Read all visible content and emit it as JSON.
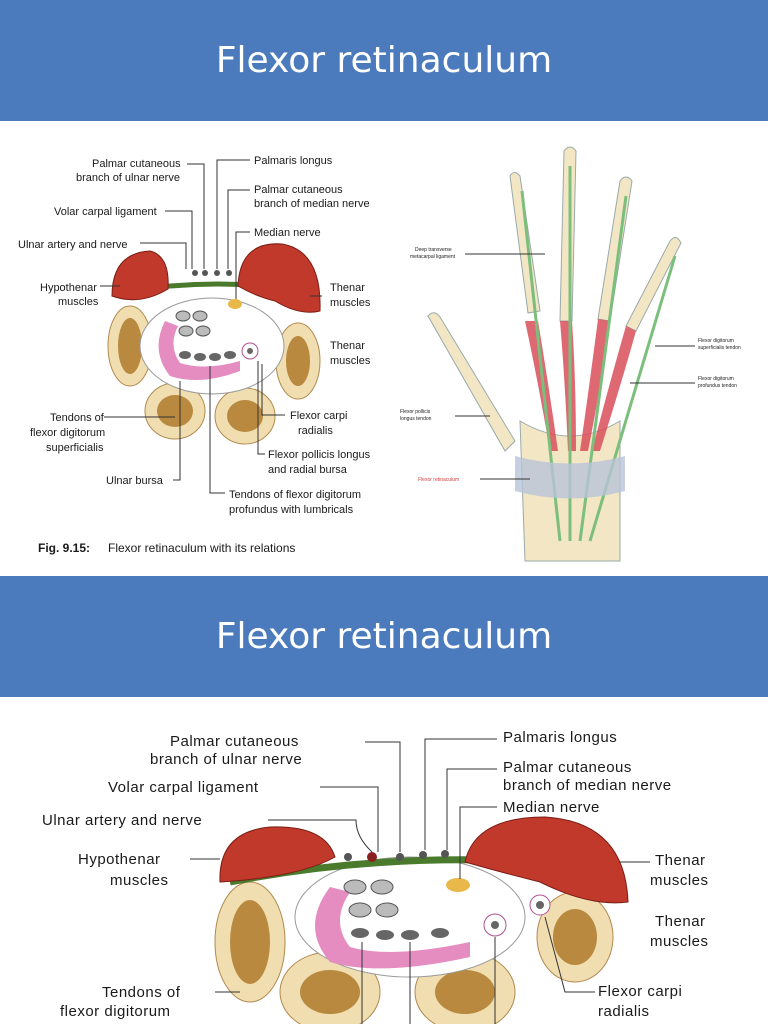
{
  "slides": [
    {
      "title": "Flexor retinaculum"
    },
    {
      "title": "Flexor retinaculum"
    }
  ],
  "figure1": {
    "labels": {
      "palmar_cutaneous_ulnar_1": "Palmar cutaneous",
      "palmar_cutaneous_ulnar_2": "branch of ulnar nerve",
      "volar_carpal": "Volar carpal ligament",
      "ulnar_artery": "Ulnar artery and nerve",
      "hypothenar_1": "Hypothenar",
      "hypothenar_2": "muscles",
      "tendons_fds_1": "Tendons of",
      "tendons_fds_2": "flexor digitorum",
      "tendons_fds_3": "superficialis",
      "ulnar_bursa": "Ulnar bursa",
      "palmaris_longus": "Palmaris longus",
      "palmar_cutaneous_median_1": "Palmar cutaneous",
      "palmar_cutaneous_median_2": "branch of median nerve",
      "median_nerve": "Median nerve",
      "thenar_a_1": "Thenar",
      "thenar_a_2": "muscles",
      "thenar_b_1": "Thenar",
      "thenar_b_2": "muscles",
      "fcr_1": "Flexor carpi",
      "fcr_2": "radialis",
      "fpl_1": "Flexor pollicis longus",
      "fpl_2": "and radial bursa",
      "fdp_1": "Tendons of flexor digitorum",
      "fdp_2": "profundus with lumbricals"
    },
    "caption_num": "Fig. 9.15:",
    "caption_text": "Flexor retinaculum with its relations"
  },
  "figure2": {
    "labels": {
      "deep_transverse_1": "Deep transverse",
      "deep_transverse_2": "metacarpal ligament",
      "fds_tendon_1": "Flexor digitorum",
      "fds_tendon_2": "superficialis tendon",
      "fdp_tendon_1": "Flexor digitorum",
      "fdp_tendon_2": "profundus tendon",
      "fpl_tendon_1": "Flexor pollicis",
      "fpl_tendon_2": "longus tendon",
      "retinaculum": "Flexor retinaculum"
    }
  },
  "figure3": {
    "labels": {
      "palmar_cutaneous_ulnar_1": "Palmar cutaneous",
      "palmar_cutaneous_ulnar_2": "branch of ulnar nerve",
      "volar_carpal": "Volar carpal ligament",
      "ulnar_artery": "Ulnar artery and nerve",
      "hypothenar_1": "Hypothenar",
      "hypothenar_2": "muscles",
      "tendons_1": "Tendons of",
      "tendons_2": "flexor digitorum",
      "palmaris_longus": "Palmaris longus",
      "palmar_cutaneous_median_1": "Palmar cutaneous",
      "palmar_cutaneous_median_2": "branch of median nerve",
      "median_nerve": "Median nerve",
      "thenar_a_1": "Thenar",
      "thenar_a_2": "muscles",
      "thenar_b_1": "Thenar",
      "thenar_b_2": "muscles",
      "fcr_1": "Flexor carpi",
      "fcr_2": "radialis"
    }
  },
  "colors": {
    "banner": "#4b7bbd",
    "muscle": "#c0392b",
    "bone": "#f1deb0",
    "marrow": "#b8893f",
    "retinaculum": "#4a7a2c",
    "bursa": "#e58cc0"
  }
}
